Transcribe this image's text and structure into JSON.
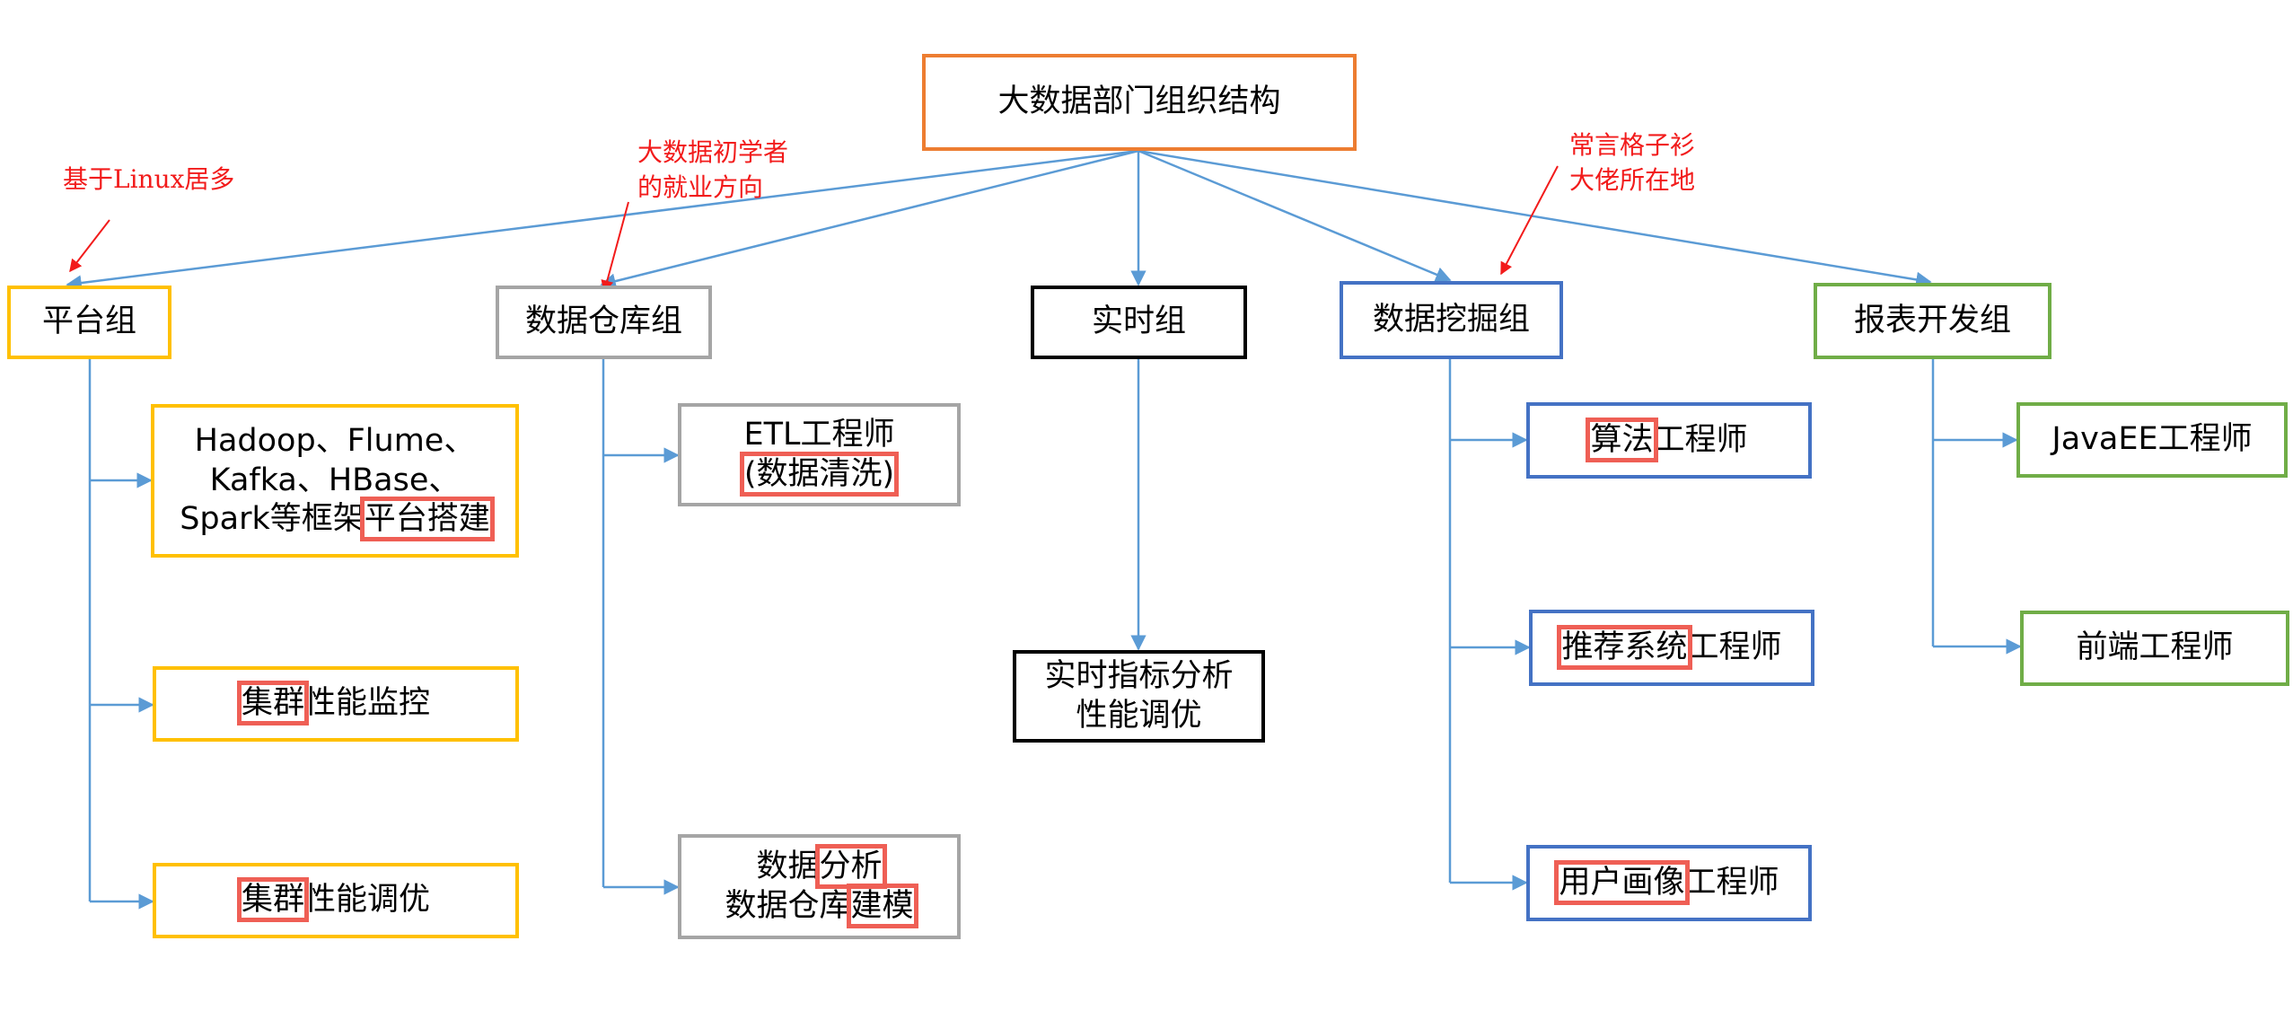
{
  "title": "大数据部门组织结构",
  "groups": {
    "platform": {
      "title": "平台组",
      "items": [
        {
          "lines": [
            "Hadoop、Flume、",
            "Kafka、HBase、"
          ],
          "pre": "Spark等框架",
          "hl": "平台搭建"
        },
        {
          "hl": "集群",
          "post": "性能监控"
        },
        {
          "hl": "集群",
          "post": "性能调优"
        }
      ]
    },
    "warehouse": {
      "title": "数据仓库组",
      "items": [
        {
          "line1": "ETL工程师",
          "hl": "(数据清洗)"
        },
        {
          "pre1": "数据",
          "hl1": "分析",
          "pre2": "数据仓库",
          "hl2": "建模"
        }
      ]
    },
    "realtime": {
      "title": "实时组",
      "items": [
        {
          "line1": "实时指标分析",
          "line2": "性能调优"
        }
      ]
    },
    "mining": {
      "title": "数据挖掘组",
      "items": [
        {
          "hl": "算法",
          "post": "工程师"
        },
        {
          "hl": "推荐系统",
          "post": "工程师"
        },
        {
          "hl": "用户画像",
          "post": "工程师"
        }
      ]
    },
    "report": {
      "title": "报表开发组",
      "items": [
        {
          "label": "JavaEE工程师"
        },
        {
          "label": "前端工程师"
        }
      ]
    }
  },
  "annotations": {
    "linux": "基于Linux居多",
    "beginner": [
      "大数据初学者",
      "的就业方向"
    ],
    "experts": [
      "常言格子衫",
      "大佬所在地"
    ]
  },
  "colors": {
    "root_border": "#ED7D31",
    "platform_border": "#FFC000",
    "warehouse_border": "#A5A5A5",
    "realtime_border": "#000000",
    "mining_border": "#4472C4",
    "report_border": "#70AD47",
    "highlight": "#EF5F55",
    "connector": "#5B9BD5",
    "annotation": "#F21B1B"
  }
}
